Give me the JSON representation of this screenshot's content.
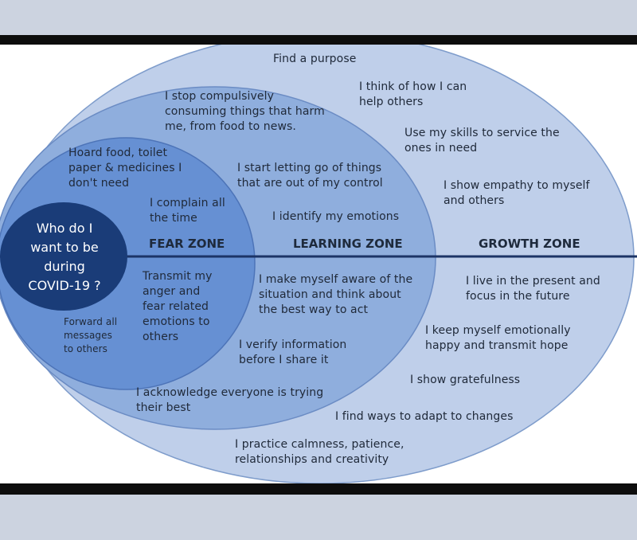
{
  "diagram": {
    "center_question": "Who do I\nwant to be\nduring\nCOVID-19 ?",
    "zones": {
      "fear": "FEAR ZONE",
      "learning": "LEARNING ZONE",
      "growth": "GROWTH ZONE"
    },
    "fear_items": [
      "Hoard food, toilet\npaper & medicines I\ndon't need",
      "I complain all\nthe time",
      "Transmit my\nanger and\nfear related\nemotions to\nothers",
      "Forward all\nmessages\nto others"
    ],
    "learning_items": [
      "I stop compulsively\nconsuming things that harm\nme, from food to news.",
      "I start letting go of things\nthat are out of my control",
      "I identify my emotions",
      "I make myself aware of the\nsituation and think about\nthe best way to act",
      "I verify information\nbefore I share it",
      "I acknowledge everyone is trying\ntheir best"
    ],
    "growth_items": [
      "Find a purpose",
      "I think of how I can\nhelp others",
      "Use my skills to service the\nones in need",
      "I show empathy to myself\nand others",
      "I live in the present and\nfocus in the future",
      "I keep myself emotionally\nhappy and transmit hope",
      "I show gratefulness",
      "I find ways to adapt to changes",
      "I practice calmness, patience,\nrelationships and creativity"
    ],
    "colors": {
      "growth_fill": "#bfcfea",
      "learning_fill": "#8faedd",
      "fear_fill": "#6690d3",
      "center_fill": "#1a3c78",
      "divider": "#1c3466"
    }
  }
}
